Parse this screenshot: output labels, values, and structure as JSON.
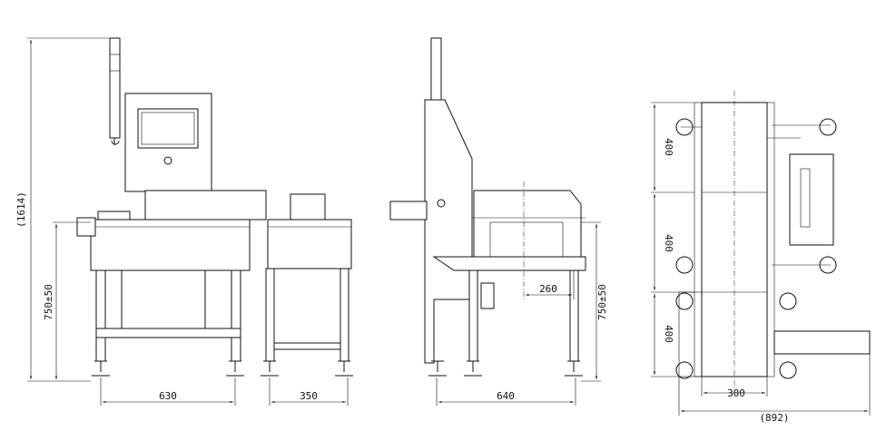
{
  "front_view": {
    "overall_height": "(1614)",
    "conveyor_height": "750±50",
    "weigher_length": "630",
    "infeed_length": "350"
  },
  "side_view": {
    "depth": "640",
    "offset": "260",
    "conveyor_height": "750±50"
  },
  "top_view": {
    "section_1": "400",
    "section_2": "400",
    "section_3": "400",
    "belt_width": "300",
    "overall_width": "(892)"
  },
  "colors": {
    "line": "#111111",
    "background": "#ffffff"
  }
}
